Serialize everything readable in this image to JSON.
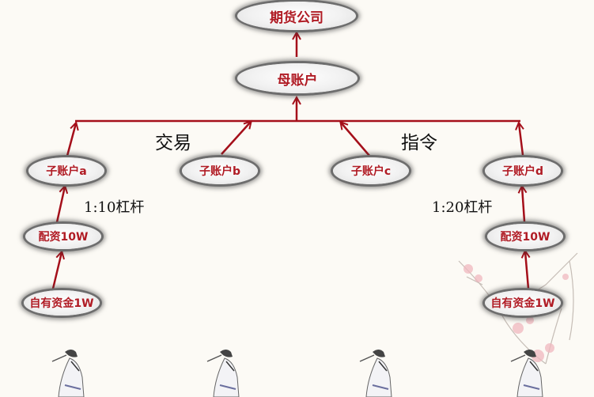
{
  "diagram": {
    "nodes": {
      "futures_company": "期货公司",
      "parent_account": "母账户",
      "sub_a": "子账户a",
      "sub_b": "子账户b",
      "sub_c": "子账户c",
      "sub_d": "子账户d",
      "margin_left": "配资10W",
      "margin_right": "配资10W",
      "own_left": "自有资金1W",
      "own_right": "自有资金1W"
    },
    "labels": {
      "trade": "交易",
      "instruction": "指令",
      "leverage_left": "1:10杠杆",
      "leverage_right": "1:20杠杆"
    },
    "edges": [
      {
        "from": "parent_account",
        "to": "futures_company"
      },
      {
        "from": "sub_a",
        "to": "bus"
      },
      {
        "from": "sub_b",
        "to": "bus"
      },
      {
        "from": "sub_c",
        "to": "bus"
      },
      {
        "from": "sub_d",
        "to": "bus"
      },
      {
        "from": "bus",
        "to": "parent_account"
      },
      {
        "from": "margin_left",
        "to": "sub_a"
      },
      {
        "from": "own_left",
        "to": "margin_left"
      },
      {
        "from": "margin_right",
        "to": "sub_d"
      },
      {
        "from": "own_right",
        "to": "margin_right"
      }
    ],
    "colors": {
      "arrow": "#a50f1a",
      "node_text": "#b01b24",
      "background": "#fcfaf5",
      "node_border": "#6d6d6d"
    },
    "decorations": [
      "scholar-figure",
      "scholar-figure",
      "scholar-figure",
      "scholar-figure",
      "plum-blossom-branch"
    ]
  }
}
